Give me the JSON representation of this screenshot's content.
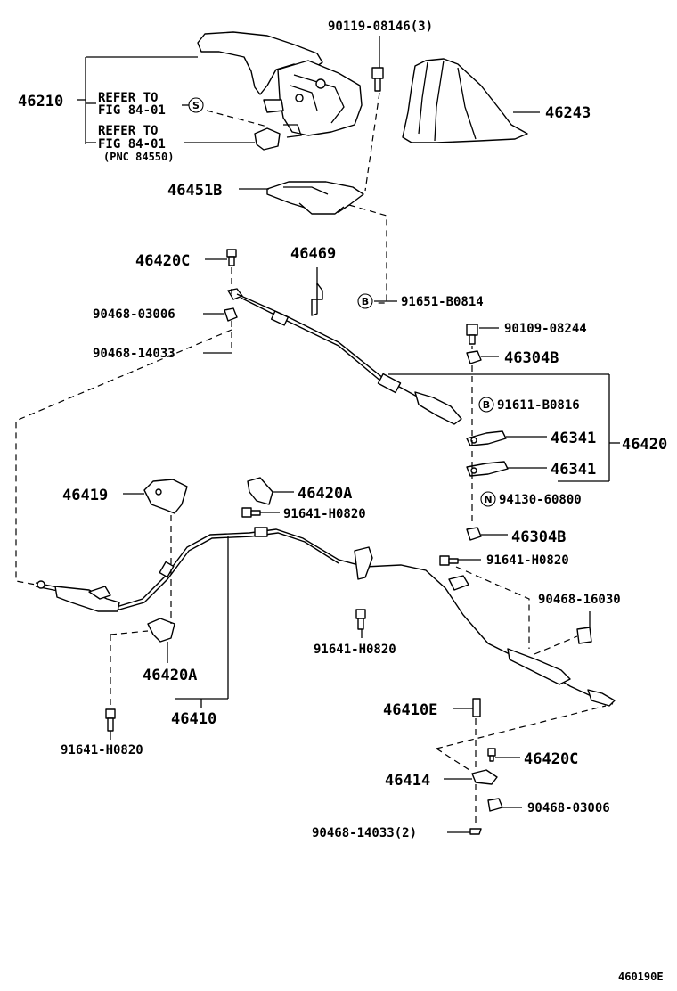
{
  "diagram_code": "460190E",
  "labels": {
    "p46210": "46210",
    "refer1_a": "REFER TO",
    "refer1_b": "FIG 84-01",
    "refer2_a": "REFER TO",
    "refer2_b": "FIG 84-01",
    "pnc": "(PNC 84550)",
    "p90119": "90119-08146(3)",
    "p46243": "46243",
    "p46451b": "46451B",
    "p46420c_top": "46420C",
    "p46469": "46469",
    "p91651": "91651-B0814",
    "p90468_03006_top": "90468-03006",
    "p90468_14033_top": "90468-14033",
    "p90109": "90109-08244",
    "p46304b_top": "46304B",
    "p91611": "91611-B0816",
    "p46341_a": "46341",
    "p46420": "46420",
    "p46341_b": "46341",
    "p94130": "94130-60800",
    "p46304b_bot": "46304B",
    "p91641_right": "91641-H0820",
    "p46419": "46419",
    "p46420a_top": "46420A",
    "p91641_mid_top": "91641-H0820",
    "p90468_16030": "90468-16030",
    "p91641_mid_bot": "91641-H0820",
    "p46420a_bot": "46420A",
    "p46410": "46410",
    "p46410e": "46410E",
    "p46420c_bot": "46420C",
    "p91641_left": "91641-H0820",
    "p46414": "46414",
    "p90468_03006_bot": "90468-03006",
    "p90468_14033_bot": "90468-14033(2)"
  },
  "callouts": {
    "s": "S",
    "b1": "B",
    "b2": "B",
    "n": "N"
  }
}
